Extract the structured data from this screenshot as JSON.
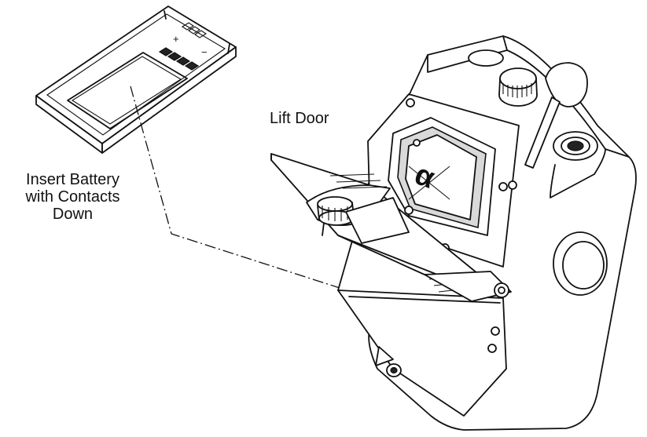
{
  "labels": {
    "lift_door": "Lift Door",
    "insert_battery": [
      "Insert Battery",
      "with Contacts",
      "Down"
    ]
  },
  "battery": {
    "plus_sign": "+",
    "minus_sign": "−"
  },
  "colors": {
    "line": "#111111",
    "background": "#ffffff",
    "fill_gray": "#d9d9d9"
  }
}
